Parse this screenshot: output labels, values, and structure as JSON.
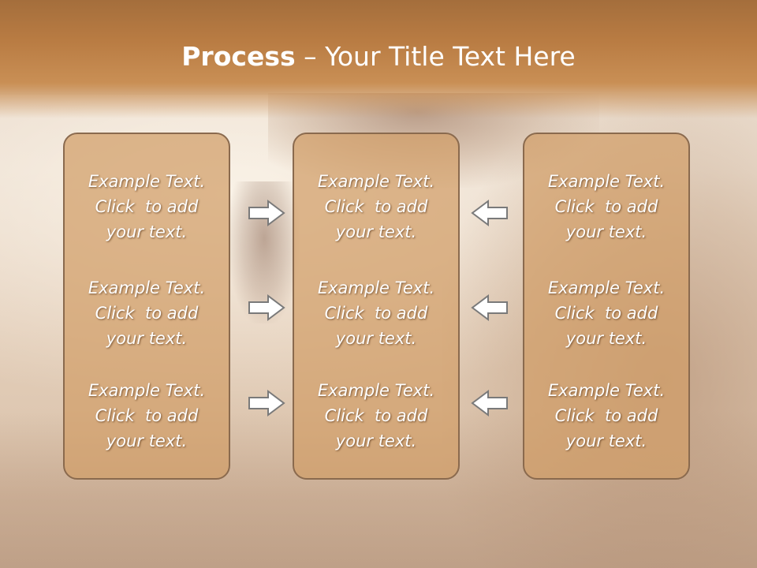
{
  "slide": {
    "title_bold": "Process",
    "title_rest": " – Your Title Text Here"
  },
  "columns": [
    {
      "items": [
        [
          "Example Text.",
          "Click  to add",
          "your text."
        ],
        [
          "Example Text.",
          "Click  to add",
          "your text."
        ],
        [
          "Example Text.",
          "Click  to add",
          "your text."
        ]
      ]
    },
    {
      "items": [
        [
          "Example Text.",
          "Click  to add",
          "your text."
        ],
        [
          "Example Text.",
          "Click  to add",
          "your text."
        ],
        [
          "Example Text.",
          "Click  to add",
          "your text."
        ]
      ]
    },
    {
      "items": [
        [
          "Example Text.",
          "Click  to add",
          "your text."
        ],
        [
          "Example Text.",
          "Click  to add",
          "your text."
        ],
        [
          "Example Text.",
          "Click  to add",
          "your text."
        ]
      ]
    }
  ],
  "arrows": {
    "left_side_icon": "arrow-right-icon",
    "right_side_icon": "arrow-left-icon"
  },
  "colors": {
    "header": "#b97c43",
    "panel_fill": "#d19e68",
    "panel_border": "#8a6a4e",
    "text": "#ffffff",
    "arrow_fill": "#ffffff",
    "arrow_stroke": "#7a7a7a"
  }
}
